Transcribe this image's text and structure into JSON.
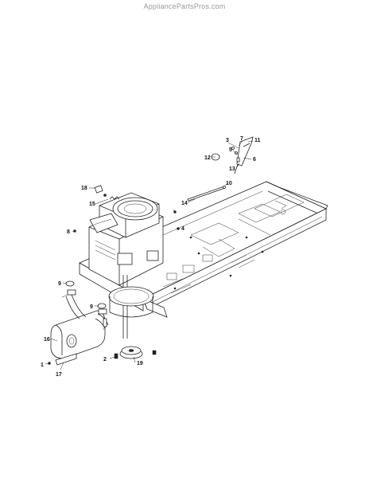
{
  "watermark": "AppliancePartsPros.com",
  "callouts": {
    "c1": "1",
    "c2": "2",
    "c3": "3",
    "c4": "4",
    "c5": "5",
    "c6": "6",
    "c7": "7",
    "c8": "8",
    "c9a": "9",
    "c9b": "9",
    "c10": "10",
    "c11": "11",
    "c12": "12",
    "c13": "13",
    "c14": "14",
    "c15": "15",
    "c16": "16",
    "c17": "17",
    "c18": "18",
    "c19": "19"
  }
}
